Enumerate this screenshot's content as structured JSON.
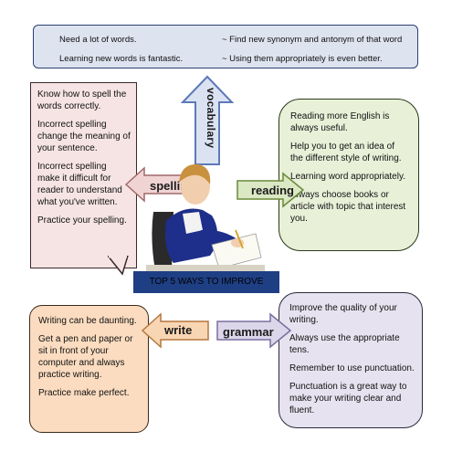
{
  "vocabulary": {
    "arrow_label": "vocabulary",
    "left_lines": [
      "Need a lot of words.",
      "Learning new words is fantastic."
    ],
    "right_lines": [
      "~ Find new synonym and  antonym of that word",
      "~ Using them appropriately is even better."
    ]
  },
  "spelling": {
    "arrow_label": "spelling",
    "paragraphs": [
      "Know how to spell the words correctly.",
      "Incorrect spelling change the meaning of your sentence.",
      "Incorrect spelling make it difficult for reader  to understand what you've written.",
      "Practice your spelling."
    ]
  },
  "reading": {
    "arrow_label": "reading",
    "paragraphs": [
      "Reading more English is always useful.",
      "Help you to get an idea of the different style of writing.",
      "Learning word appropriately.",
      "Always choose books or article with topic that interest you."
    ]
  },
  "write": {
    "arrow_label": "write",
    "paragraphs": [
      "Writing can be daunting.",
      "Get a pen and paper or sit in front of your computer and always practice writing.",
      "Practice make perfect."
    ]
  },
  "grammar": {
    "arrow_label": "grammar",
    "paragraphs": [
      "Improve the quality of your writing.",
      "Always use the appropriate tens.",
      "Remember to use punctuation.",
      "Punctuation is a great way to make your writing clear and fluent."
    ]
  },
  "title": "TOP 5 WAYS TO IMPROVE",
  "colors": {
    "vocab_fill": "#dde3ef",
    "spelling_fill": "#f6e4e4",
    "reading_fill": "#e8f0d8",
    "write_fill": "#fbdcc0",
    "grammar_fill": "#e6e2ef",
    "banner": "#1f3f84"
  }
}
